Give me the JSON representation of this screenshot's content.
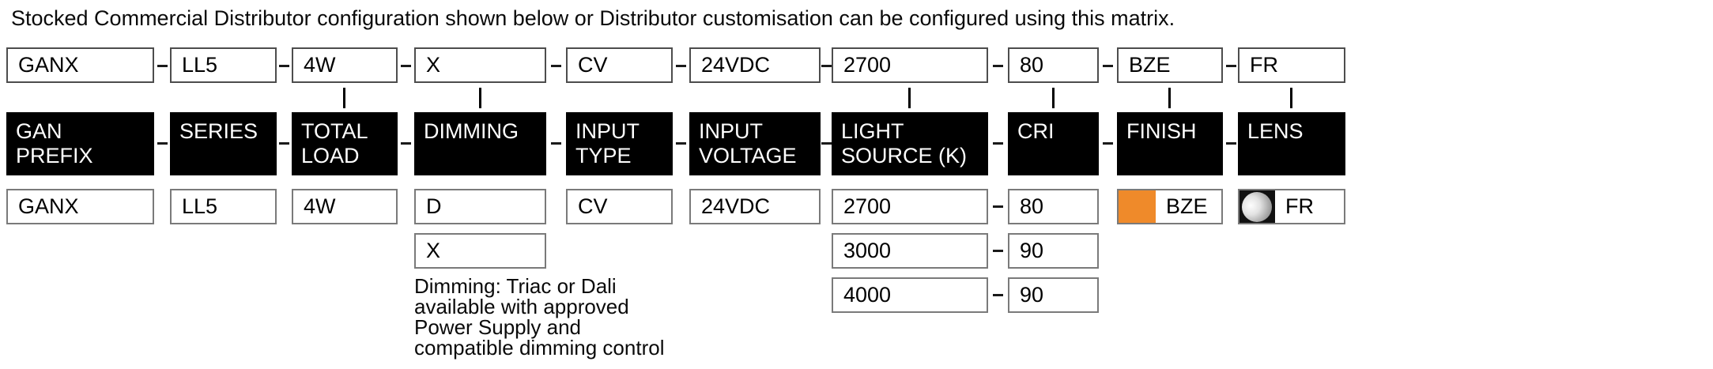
{
  "title": "Stocked Commercial Distributor configuration shown below or Distributor customisation can be configured using this matrix.",
  "columns": [
    {
      "code": "GANX",
      "header": "GAN\nPREFIX",
      "options": [
        "GANX"
      ]
    },
    {
      "code": "LL5",
      "header": "SERIES",
      "options": [
        "LL5"
      ]
    },
    {
      "code": "4W",
      "header": "TOTAL\nLOAD",
      "options": [
        "4W"
      ]
    },
    {
      "code": "X",
      "header": "DIMMING",
      "options": [
        "D",
        "X"
      ]
    },
    {
      "code": "CV",
      "header": "INPUT\nTYPE",
      "options": [
        "CV"
      ]
    },
    {
      "code": "24VDC",
      "header": "INPUT\nVOLTAGE",
      "options": [
        "24VDC"
      ]
    },
    {
      "code": "2700",
      "header": "LIGHT\nSOURCE (K)",
      "options": [
        "2700",
        "3000",
        "4000"
      ]
    },
    {
      "code": "80",
      "header": "CRI",
      "options": [
        "80",
        "90",
        "90"
      ]
    },
    {
      "code": "BZE",
      "header": "FINISH",
      "options": [
        "BZE"
      ],
      "swatch": "orange-finish-swatch"
    },
    {
      "code": "FR",
      "header": "LENS",
      "options": [
        "FR"
      ],
      "swatch": "frosted-lens-sphere-icon"
    }
  ],
  "dimming_note": {
    "lines": [
      "Dimming: Triac or Dali",
      "available with approved",
      "Power Supply and",
      "compatible dimming control"
    ]
  },
  "colors": {
    "accent_orange": "#EF8A2A",
    "header_bg": "#000000",
    "header_text": "#FFFFFF",
    "lens_tile_bg": "#111111"
  }
}
